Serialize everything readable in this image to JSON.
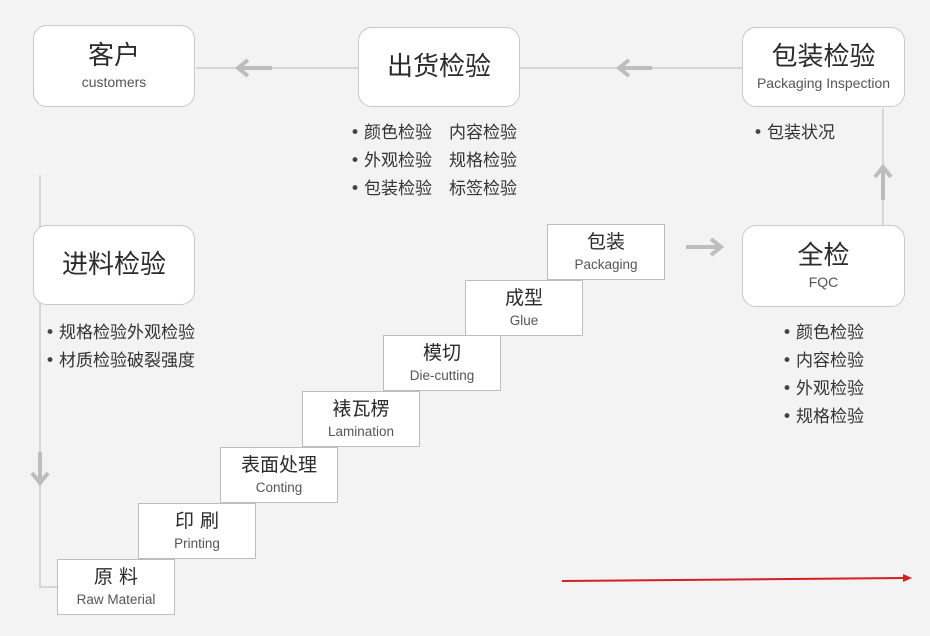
{
  "nodes": {
    "customers": {
      "cn": "客户",
      "en": "customers"
    },
    "outgoing": {
      "cn": "出货检验"
    },
    "packaging_inspection": {
      "cn": "包装检验",
      "en": "Packaging Inspection"
    },
    "incoming": {
      "cn": "进料检验"
    },
    "fqc": {
      "cn": "全检",
      "en": "FQC"
    }
  },
  "steps": [
    {
      "cn": "原 料",
      "en": "Raw Material"
    },
    {
      "cn": "印 刷",
      "en": "Printing"
    },
    {
      "cn": "表面处理",
      "en": "Conting"
    },
    {
      "cn": "裱瓦楞",
      "en": "Lamination"
    },
    {
      "cn": "模切",
      "en": "Die-cutting"
    },
    {
      "cn": "成型",
      "en": "Glue"
    },
    {
      "cn": "包装",
      "en": "Packaging"
    }
  ],
  "lists": {
    "outgoing_items": [
      "颜色检验　内容检验",
      "外观检验　规格检验",
      "包装检验　标签检验"
    ],
    "packaging_items": [
      "包装状况"
    ],
    "incoming_items": [
      "规格检验外观检验",
      "材质检验破裂强度"
    ],
    "fqc_items": [
      "颜色检验",
      "内容检验",
      "外观检验",
      "规格检验"
    ]
  },
  "colors": {
    "connector": "#cccccc",
    "arrow_head": "#bdbdbd",
    "accent_line": "#d42020"
  }
}
